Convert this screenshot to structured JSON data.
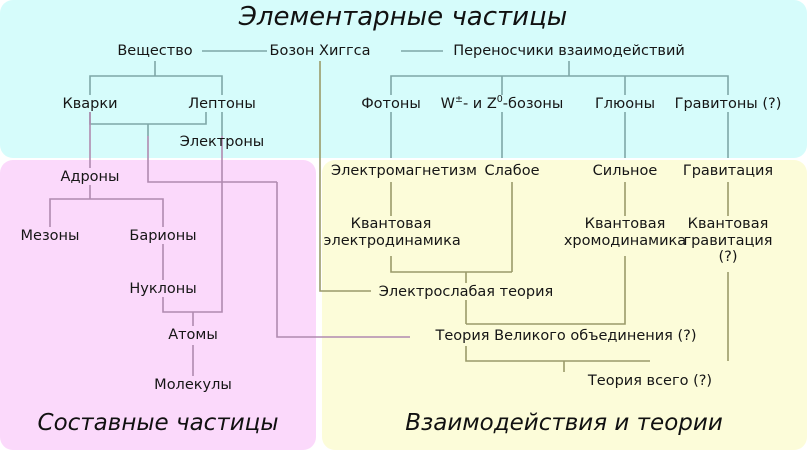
{
  "titles": {
    "main": "Элементарные частицы",
    "composite": "Составные частицы",
    "forces": "Взаимодействия и теории"
  },
  "colors": {
    "panel_particles": "#d6fcfb",
    "panel_composite": "#fbd9fb",
    "panel_forces": "#fcfcd9",
    "line_cyan": "#7fa7a7",
    "line_pink": "#b08ab0",
    "line_olive": "#9a9a6a",
    "text": "#161616",
    "background": "#ffffff"
  },
  "particles": {
    "matter": "Вещество",
    "higgs": "Бозон Хиггса",
    "carriers": "Переносчики взаимодействий",
    "quarks": "Кварки",
    "leptons": "Лептоны",
    "electrons": "Электроны",
    "photons": "Фотоны",
    "wz_prefix": "W",
    "wz_sup1": "±",
    "wz_mid": "- и Z",
    "wz_sup2": "0",
    "wz_suffix": "-бозоны",
    "gluons": "Глюоны",
    "gravitons": "Гравитоны (?)"
  },
  "composite": {
    "hadrons": "Адроны",
    "mesons": "Мезоны",
    "baryons": "Барионы",
    "nucleons": "Нуклоны",
    "atoms": "Атомы",
    "molecules": "Молекулы"
  },
  "forces": {
    "electromagnetism": "Электромагнетизм",
    "weak": "Слабое",
    "strong": "Сильное",
    "gravitation": "Гравитация",
    "qed": "Квантовая электродинамика",
    "qcd": "Квантовая хромодинамика",
    "quantum_gravity": "Квантовая гравитация (?)",
    "electroweak": "Электрослабая теория",
    "gut": "Теория Великого объединения (?)",
    "toe": "Теория всего (?)"
  },
  "chart_data": {
    "type": "diagram",
    "title": "Элементарные частицы",
    "layout": "hierarchical tree across three coloured panels",
    "panels": [
      {
        "name": "Элементарные частицы",
        "color": "#d6fcfb",
        "region": "top full width"
      },
      {
        "name": "Составные частицы",
        "color": "#fbd9fb",
        "region": "bottom left"
      },
      {
        "name": "Взаимодействия и теории",
        "color": "#fcfcd9",
        "region": "bottom right"
      }
    ],
    "nodes": [
      "Вещество",
      "Бозон Хиггса",
      "Переносчики взаимодействий",
      "Кварки",
      "Лептоны",
      "Электроны",
      "Фотоны",
      "W±- и Z0-бозоны",
      "Глюоны",
      "Гравитоны (?)",
      "Адроны",
      "Мезоны",
      "Барионы",
      "Нуклоны",
      "Атомы",
      "Молекулы",
      "Электромагнетизм",
      "Слабое",
      "Сильное",
      "Гравитация",
      "Квантовая электродинамика",
      "Квантовая хромодинамика",
      "Квантовая гравитация (?)",
      "Электрослабая теория",
      "Теория Великого объединения (?)",
      "Теория всего (?)"
    ],
    "edges": [
      [
        "Вещество",
        "Бозон Хиггса"
      ],
      [
        "Бозон Хиггса",
        "Переносчики взаимодействий"
      ],
      [
        "Вещество",
        "Кварки"
      ],
      [
        "Вещество",
        "Лептоны"
      ],
      [
        "Кварки",
        "Электроны"
      ],
      [
        "Лептоны",
        "Электроны"
      ],
      [
        "Переносчики взаимодействий",
        "Фотоны"
      ],
      [
        "Переносчики взаимодействий",
        "W±- и Z0-бозоны"
      ],
      [
        "Переносчики взаимодействий",
        "Глюоны"
      ],
      [
        "Переносчики взаимодействий",
        "Гравитоны (?)"
      ],
      [
        "Кварки",
        "Адроны"
      ],
      [
        "Адроны",
        "Мезоны"
      ],
      [
        "Адроны",
        "Барионы"
      ],
      [
        "Барионы",
        "Нуклоны"
      ],
      [
        "Нуклоны",
        "Атомы"
      ],
      [
        "Электроны",
        "Атомы"
      ],
      [
        "Атомы",
        "Молекулы"
      ],
      [
        "Фотоны",
        "Электромагнетизм"
      ],
      [
        "W±- и Z0-бозоны",
        "Слабое"
      ],
      [
        "Глюоны",
        "Сильное"
      ],
      [
        "Гравитоны (?)",
        "Гравитация"
      ],
      [
        "Электромагнетизм",
        "Квантовая электродинамика"
      ],
      [
        "Сильное",
        "Квантовая хромодинамика"
      ],
      [
        "Гравитация",
        "Квантовая гравитация (?)"
      ],
      [
        "Квантовая электродинамика",
        "Электрослабая теория"
      ],
      [
        "Слабое",
        "Электрослабая теория"
      ],
      [
        "Бозон Хиггса",
        "Электрослабая теория"
      ],
      [
        "Электрослабая теория",
        "Теория Великого объединения (?)"
      ],
      [
        "Квантовая хромодинамика",
        "Теория Великого объединения (?)"
      ],
      [
        "Электроны",
        "Теория Великого объединения (?)"
      ],
      [
        "Теория Великого объединения (?)",
        "Теория всего (?)"
      ],
      [
        "Квантовая гравитация (?)",
        "Теория всего (?)"
      ]
    ]
  }
}
